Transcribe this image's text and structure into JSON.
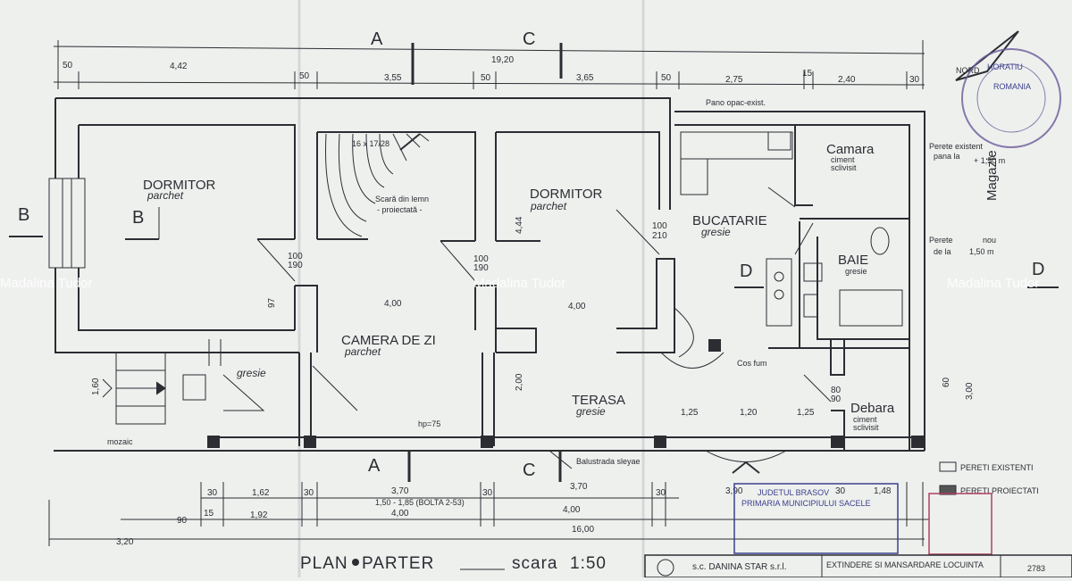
{
  "plan": {
    "title": "PLAN",
    "title2": "PARTER",
    "scale_label": "scara",
    "scale_value": "1:50"
  },
  "rooms": {
    "dormitor1": {
      "name": "DORMITOR",
      "floor": "parchet"
    },
    "dormitor2": {
      "name": "DORMITOR",
      "floor": "parchet"
    },
    "stairs": {
      "line1": "Scară din lemn",
      "line2": "- proiectată -",
      "count": "16 x 17/28"
    },
    "camera": {
      "name": "CAMERA DE ZI",
      "floor": "parchet"
    },
    "bucatarie": {
      "name": "BUCATARIE",
      "floor": "gresie"
    },
    "camara": {
      "name": "Camara",
      "floor1": "ciment",
      "floor2": "sclivisit"
    },
    "baie": {
      "name": "BAIE",
      "floor": "gresie"
    },
    "terasa": {
      "name": "TERASA",
      "floor": "gresie"
    },
    "debara": {
      "name": "Debara",
      "floor1": "ciment",
      "floor2": "sclivisit"
    },
    "magazie": {
      "name": "Magazie"
    },
    "entry_gresie": "gresie",
    "mozaic": "mozaic"
  },
  "notes": {
    "pano": "Pano opac-exist.",
    "perete_nou_1": "Perete",
    "perete_nou_2": "nou",
    "perete_nou_3": "de la",
    "perete_nou_4": "1,50 m",
    "perete_exist_1": "Perete existent",
    "perete_exist_2": "pana la",
    "perete_exist_3": "+ 1,50 m",
    "balustrada": "Balustrada sleyae",
    "hp75": "hp=75",
    "cos_fum": "Cos fum"
  },
  "sections": {
    "A": "A",
    "B": "B",
    "C": "C",
    "D": "D"
  },
  "dims_top": {
    "overall": "19,20",
    "d1": "50",
    "d2": "4,42",
    "d3": "50",
    "d4": "3,55",
    "d5": "50",
    "d6": "3,65",
    "d7": "50",
    "d8": "2,75",
    "d9": "15",
    "d10": "2,40",
    "d11": "30"
  },
  "dims_interior": {
    "w400a": "4,00",
    "w400b": "4,00",
    "v444": "4,44",
    "v200": "2,00",
    "door100": "100",
    "door190": "190",
    "door210": "210",
    "v97": "97",
    "v160": "1,60",
    "v125a": "1,25",
    "v120": "1,20",
    "v125b": "1,25",
    "v300": "3,00",
    "v80": "80",
    "v90": "90",
    "v60": "60"
  },
  "dims_bottom": {
    "b1": "30",
    "b2": "1,62",
    "b3": "30",
    "b4": "3,70",
    "b5": "1,50 - 1,85 (BOLTA 2-53)",
    "b6": "30",
    "b7": "3,70",
    "b8": "30",
    "b9": "90",
    "b10": "15",
    "b11": "1,92",
    "b12": "4,00",
    "b13": "4,00",
    "b14": "3,20",
    "b15": "16,00",
    "b16": "3,90",
    "b17": "30",
    "b18": "1,48"
  },
  "legend": {
    "existing": "PERETI EXISTENTI",
    "projected": "PERETI PROIECTATI"
  },
  "stamps": {
    "county": "JUDETUL BRASOV",
    "town": "PRIMARIA MUNICIPIULUI SACELE",
    "north": "NORD",
    "round_top": "ROMANIA",
    "round_name": "HORATIU"
  },
  "titleblock": {
    "company": "s.c. DANINA STAR s.r.l.",
    "project": "EXTINDERE SI MANSARDARE LOCUINTA",
    "number": "2783"
  },
  "watermark": {
    "left": "Madalina Tudor",
    "center": "Madalina Tudor",
    "right": "Madalina Tudor"
  },
  "colors": {
    "paper": "#eef0ee",
    "ink": "#2b2d33",
    "stamp_blue": "#3b3f8c",
    "stamp_red": "#b04060"
  }
}
